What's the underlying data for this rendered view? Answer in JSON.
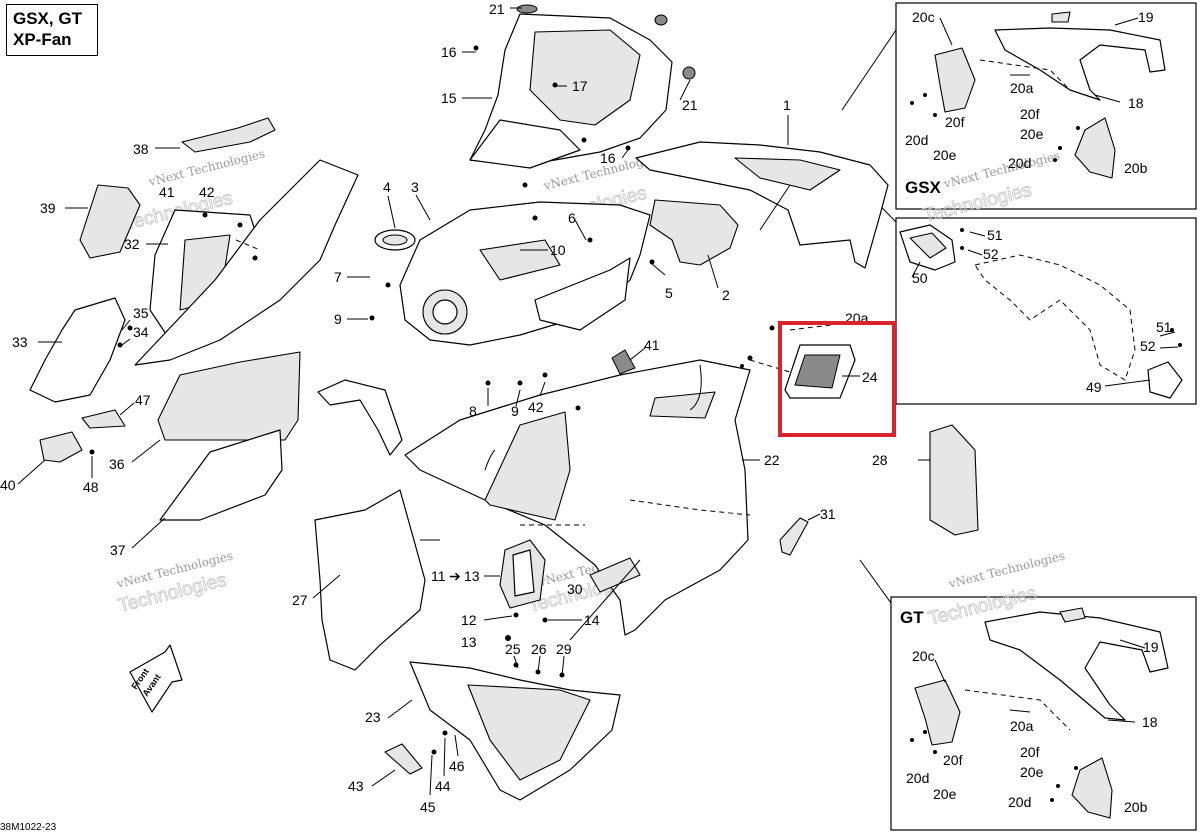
{
  "header": {
    "title_line1": "GSX, GT",
    "title_line2": "XP-Fan"
  },
  "footer": {
    "drawing_code": "38M1022-23"
  },
  "watermark": {
    "line1": "vNext",
    "line2": "Technologies",
    "combined": "vNext Technologies"
  },
  "front_tag": {
    "line1": "Front",
    "line2": "Avant"
  },
  "highlight": {
    "label": "24",
    "color": "#d9232d"
  },
  "insets": {
    "gsx_title": "GSX",
    "gt_title": "GT"
  },
  "labels": {
    "p1": "1",
    "p2": "2",
    "p3": "3",
    "p4": "4",
    "p5": "5",
    "p6": "6",
    "p7": "7",
    "p8": "8",
    "p9a": "9",
    "p9b": "9",
    "p10": "10",
    "p11": "11",
    "p11arrow": "➔",
    "p12": "12",
    "p13a": "13",
    "p13b": "13",
    "p14": "14",
    "p15": "15",
    "p16a": "16",
    "p16b": "16",
    "p17": "17",
    "p21a": "21",
    "p21b": "21",
    "p22": "22",
    "p23": "23",
    "p25": "25",
    "p26": "26",
    "p27": "27",
    "p28": "28",
    "p29": "29",
    "p30": "30",
    "p31": "31",
    "p32": "32",
    "p33": "33",
    "p34": "34",
    "p35": "35",
    "p36": "36",
    "p37": "37",
    "p38": "38",
    "p39": "39",
    "p40": "40",
    "p41a": "41",
    "p41b": "41",
    "p42a": "42",
    "p42b": "42",
    "p43": "43",
    "p44": "44",
    "p45": "45",
    "p46": "46",
    "p47": "47",
    "p48": "48",
    "p20a_main": "20a",
    "gsx_19": "19",
    "gsx_20c": "20c",
    "gsx_20a": "20a",
    "gsx_18": "18",
    "gsx_20f_l": "20f",
    "gsx_20d_l": "20d",
    "gsx_20e_l": "20e",
    "gsx_20f_r": "20f",
    "gsx_20e_r": "20e",
    "gsx_20d_r": "20d",
    "gsx_20b": "20b",
    "m50": "50",
    "m51a": "51",
    "m52a": "52",
    "m51b": "51",
    "m52b": "52",
    "m49": "49",
    "gt_19": "19",
    "gt_20c": "20c",
    "gt_20a": "20a",
    "gt_18": "18",
    "gt_20f_l": "20f",
    "gt_20d_l": "20d",
    "gt_20e_l": "20e",
    "gt_20f_r": "20f",
    "gt_20e_r": "20e",
    "gt_20d_r": "20d",
    "gt_20b": "20b"
  }
}
